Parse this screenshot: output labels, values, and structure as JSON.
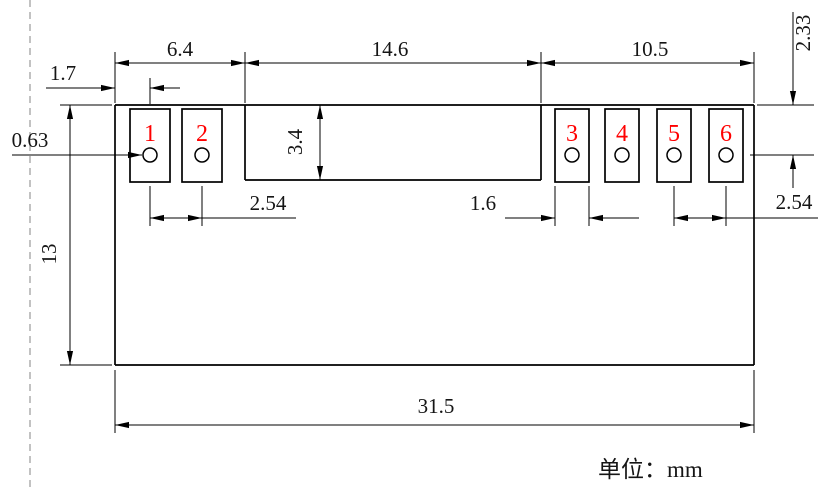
{
  "drawing": {
    "title": "component-footprint-dimension-drawing",
    "units_label": "单位：mm",
    "colors": {
      "line": "#000000",
      "pad_number": "#ff0000",
      "background": "#ffffff",
      "dashed_line": "#9a9a9a"
    },
    "pads": [
      {
        "number": "1"
      },
      {
        "number": "2"
      },
      {
        "number": "3"
      },
      {
        "number": "4"
      },
      {
        "number": "5"
      },
      {
        "number": "6"
      }
    ],
    "dimensions": {
      "left_section_width": "6.4",
      "middle_section_width": "14.6",
      "right_section_width": "10.5",
      "pad_top_to_hole_center": "2.33",
      "left_edge_to_pad1_center": "1.7",
      "hole_diameter": "0.63",
      "middle_section_depth": "3.4",
      "body_height": "13",
      "left_pad_pitch": "2.54",
      "right_pad_width": "1.6",
      "right_pad_pitch": "2.54",
      "overall_width": "31.5"
    }
  }
}
